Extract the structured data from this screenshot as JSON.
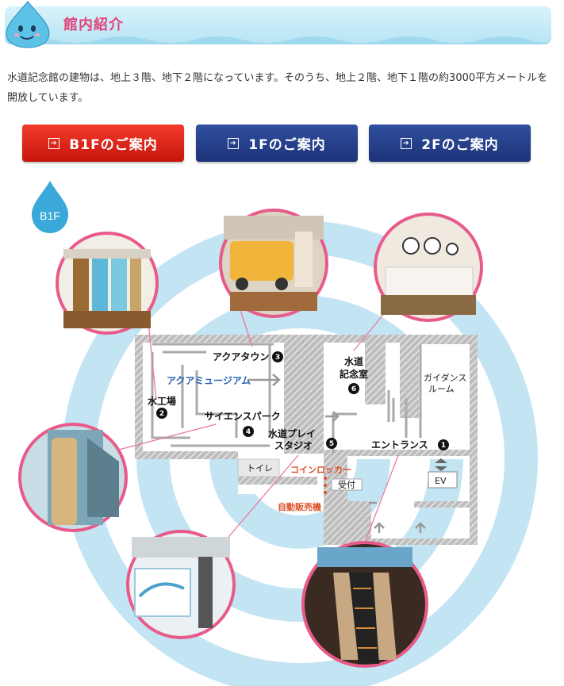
{
  "header": {
    "title": "館内紹介"
  },
  "intro": {
    "text": "水道記念館の建物は、地上３階、地下２階になっています。そのうち、地上２階、地下１階の約3000平方メートルを開放しています。"
  },
  "floor_buttons": [
    {
      "label": "B1Fのご案内",
      "active": true
    },
    {
      "label": "1Fのご案内",
      "active": false
    },
    {
      "label": "2Fのご案内",
      "active": false
    }
  ],
  "floor_badge": "B1F",
  "map": {
    "rooms": {
      "aqua_town": "アクアタウン",
      "aqua_museum": "アクアミュージアム",
      "water_factory": "水工場",
      "science_park": "サイエンスパーク",
      "play_studio_line1": "水道プレイ",
      "play_studio_line2": "スタジオ",
      "memorial_line1": "水道",
      "memorial_line2": "記念室",
      "guidance_line1": "ガイダンス",
      "guidance_line2": "ルーム",
      "entrance": "エントランス",
      "toilet": "トイレ",
      "coin_locker": "コインロッカー",
      "reception": "受付",
      "vending": "自動販売機",
      "elevator": "EV"
    },
    "numbers": [
      "1",
      "2",
      "3",
      "4",
      "5",
      "6"
    ]
  },
  "colors": {
    "accent_pink": "#e0457b",
    "button_red": "#d7201a",
    "button_blue": "#253f89",
    "ring_blue": "#bfe3f2"
  }
}
